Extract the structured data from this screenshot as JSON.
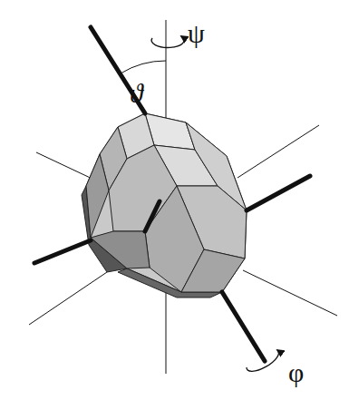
{
  "diagram": {
    "labels": [
      "ψ",
      "ϑ",
      "φ"
    ]
  }
}
